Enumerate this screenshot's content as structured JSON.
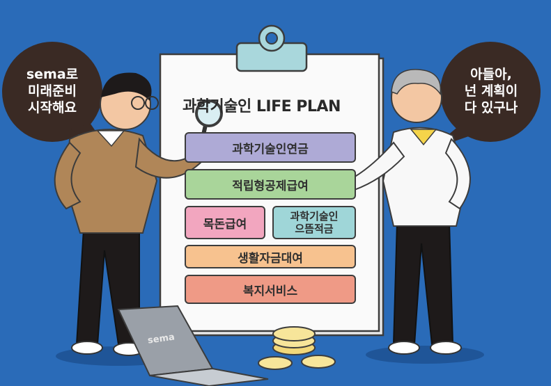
{
  "left_bubble": {
    "lines": [
      "sema로",
      "미래준비",
      "시작해요"
    ]
  },
  "right_bubble": {
    "lines": [
      "아들아,",
      "넌 계획이",
      "다 있구나"
    ]
  },
  "clipboard": {
    "title": "과학기술인 LIFE PLAN",
    "items": [
      {
        "label": "과학기술인연금",
        "color": "#aeaad6"
      },
      {
        "label": "적립형공제급여",
        "color": "#a9d59a"
      },
      {
        "label": "목돈급여",
        "color": "#f2a6bf"
      },
      {
        "line1": "과학기술인",
        "line2": "으뜸적금",
        "color": "#9fd6d8"
      },
      {
        "label": "생활자금대여",
        "color": "#f7c28f"
      },
      {
        "label": "복지서비스",
        "color": "#ef9a86"
      }
    ]
  },
  "laptop": {
    "brand": "sema"
  },
  "colors": {
    "background": "#2a6bb8",
    "bubble": "#3a2a24"
  }
}
